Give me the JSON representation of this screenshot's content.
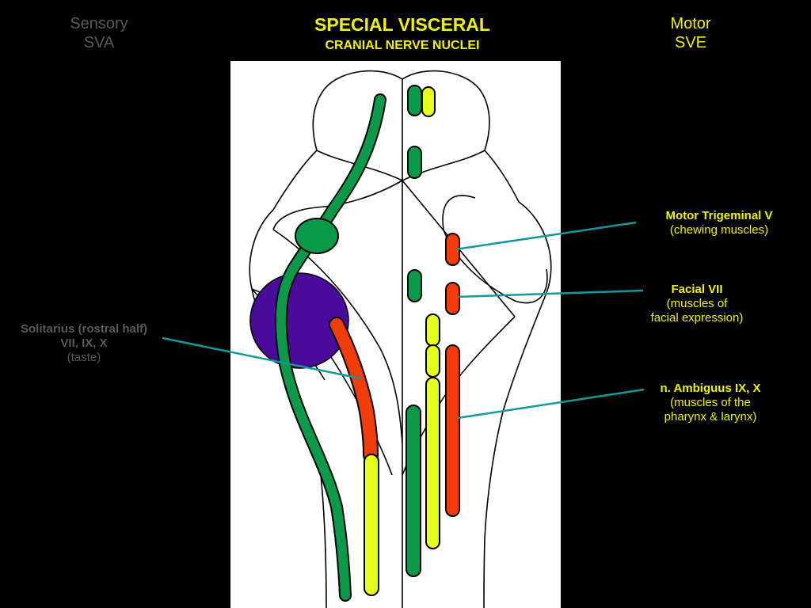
{
  "header": {
    "sensory_line1": "Sensory",
    "sensory_line2": "SVA",
    "title_line1": "SPECIAL VISCERAL",
    "title_line2": "CRANIAL NERVE NUCLEI",
    "motor_line1": "Motor",
    "motor_line2": "SVE"
  },
  "labels": {
    "solitarius": {
      "name": "Solitarius (rostral half)",
      "nerves": "VII, IX, X",
      "note": "(taste)"
    },
    "trigeminal": {
      "name": "Motor Trigeminal  V",
      "note": "(chewing muscles)"
    },
    "facial": {
      "name": "Facial VII",
      "note1": "(muscles of",
      "note2": "facial expression)"
    },
    "ambiguus": {
      "name": "n. Ambiguus IX, X",
      "note1": "(muscles of the",
      "note2": "pharynx & larynx)"
    }
  },
  "colors": {
    "background": "#000000",
    "panel": "#ffffff",
    "title": "#f2f200",
    "sensory_header": "#5a5a5a",
    "green": "#0a9a4a",
    "yellow": "#e6ff1a",
    "red": "#f23c0a",
    "purple": "#4a0a9a",
    "leader": "#14999a"
  }
}
